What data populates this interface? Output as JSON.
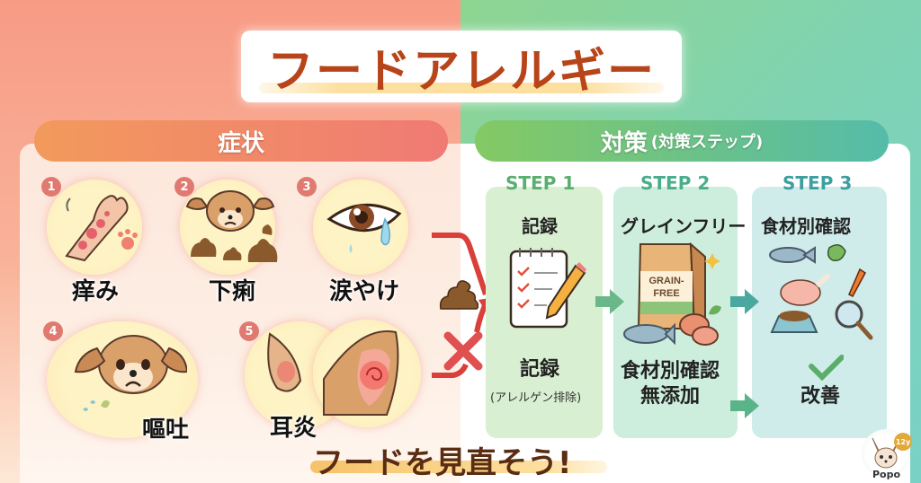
{
  "title": "フードアレルギー",
  "colors": {
    "title_text": "#b8441a",
    "symptoms_header": "#f08a66",
    "measures_header": "#6cc28a",
    "step_label": "#5bae6e",
    "cta_text": "#5a2c12",
    "badge_number": "#e07a70",
    "red_arrow": "#d9403a"
  },
  "symptoms": {
    "header": "症状",
    "items": [
      {
        "number": "1",
        "label": "痒み",
        "icon": "itchy-arm-icon"
      },
      {
        "number": "2",
        "label": "下痢",
        "icon": "sad-dog-poop-icon"
      },
      {
        "number": "3",
        "label": "涙やけ",
        "icon": "teary-eye-icon"
      },
      {
        "number": "4",
        "label": "嘔吐",
        "icon": "vomiting-dog-icon"
      },
      {
        "number": "5",
        "label": "耳炎",
        "icon": "inflamed-ear-icon"
      }
    ],
    "cta": "フードを見直そう!"
  },
  "measures": {
    "header": "対策",
    "header_sub": "(対策ステップ)",
    "steps": [
      {
        "step_label": "STEP 1",
        "heading": "記録",
        "icon": "notepad-checklist-icon",
        "footer": "記録",
        "note": "(アレルゲン排除)"
      },
      {
        "step_label": "STEP 2",
        "heading": "グレインフリー",
        "icon": "grain-free-bag-icon",
        "bag_text_1": "GRAIN-",
        "bag_text_2": "FREE",
        "footer": "食材別確認",
        "footer2": "無添加"
      },
      {
        "step_label": "STEP 3",
        "heading": "食材別確認",
        "icon": "ingredients-magnifier-icon",
        "footer": "改善"
      }
    ]
  },
  "avatar": {
    "name": "Popo",
    "badge": "12y"
  }
}
